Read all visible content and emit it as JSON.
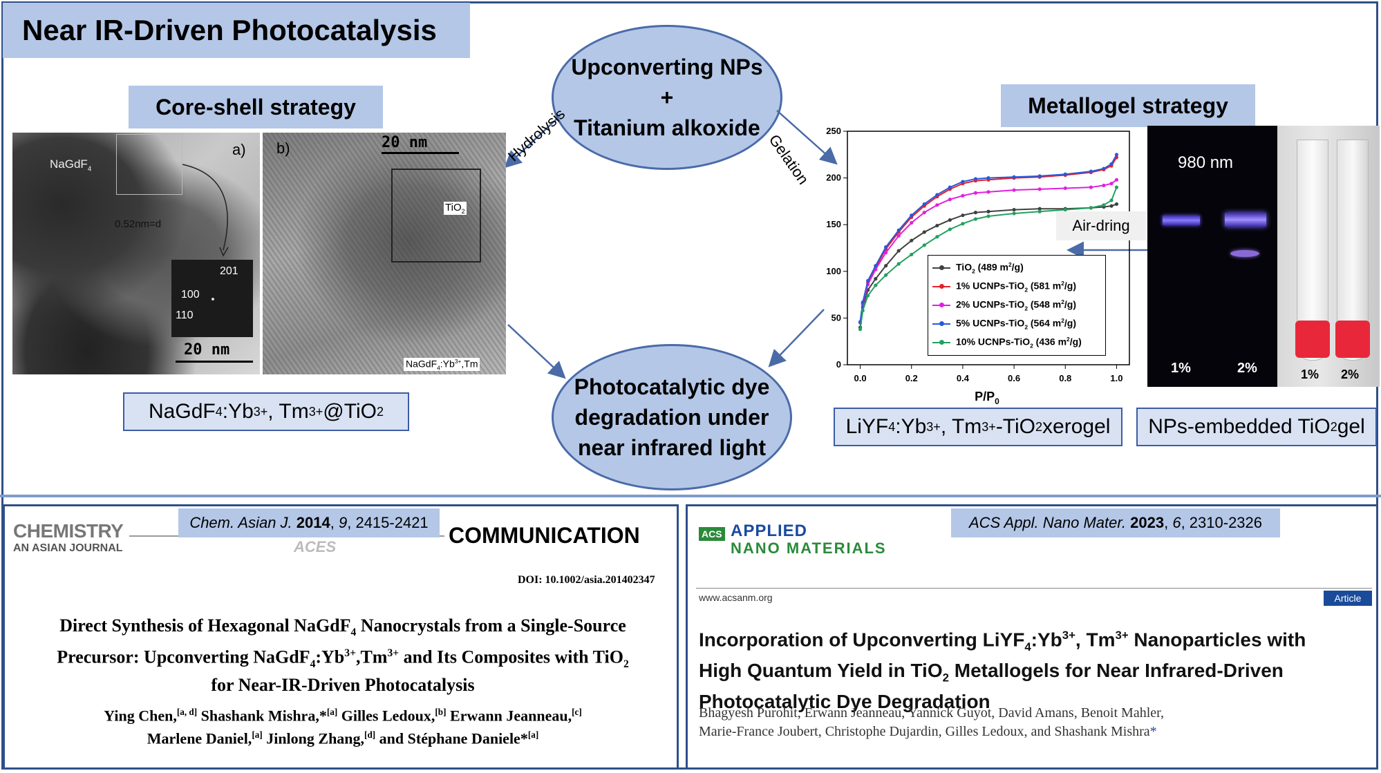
{
  "header": {
    "title": "Near IR-Driven Photocatalysis"
  },
  "center": {
    "top_line1": "Upconverting NPs",
    "top_plus": "+",
    "top_line2": "Titanium alkoxide",
    "bottom_line1": "Photocatalytic dye",
    "bottom_line2": "degradation under",
    "bottom_line3": "near infrared light",
    "arrow_left_label": "Hydrolysis",
    "arrow_right_label": "Gelation"
  },
  "core_shell": {
    "title": "Core-shell strategy",
    "panel_a": {
      "label": "a)",
      "core": "NaGdF",
      "core_sub": "4",
      "dspacing": "0.52nm=d",
      "fft": [
        "201",
        "100",
        "110"
      ],
      "scale": "20  nm"
    },
    "panel_b": {
      "label": "b)",
      "scale": "20  nm",
      "tio2": "TiO",
      "tio2_sub": "2",
      "caption": "NaGdF",
      "caption_sub": "4",
      "caption_rest": ":Yb",
      "caption_sup": "3+",
      "caption_tail": ",Tm"
    },
    "caption": {
      "a": "NaGdF",
      "a_sub": "4",
      "b": ":Yb",
      "b_sup": "3+",
      "c": ", Tm",
      "c_sup": "3+",
      "d": "@TiO",
      "d_sub": "2"
    }
  },
  "metallogel": {
    "title": "Metallogel strategy",
    "air_dring": "Air-dring",
    "photo_uv": {
      "wavelength": "980 nm",
      "left": "1%",
      "right": "2%"
    },
    "photo_vials": {
      "left": "1%",
      "right": "2%"
    },
    "caption1": {
      "a": "LiYF",
      "a_sub": "4",
      "b": ":Yb",
      "b_sup": "3+",
      "c": ", Tm",
      "c_sup": "3+",
      "d": "-TiO",
      "d_sub": "2",
      "e": " xerogel"
    },
    "caption2": {
      "a": "NPs-embedded TiO",
      "a_sub": "2",
      "b": " gel"
    }
  },
  "chart_data": {
    "type": "line",
    "xlabel": "P/P",
    "xlabel_sub": "0",
    "ylabel": "",
    "xlim": [
      -0.05,
      1.05
    ],
    "ylim": [
      0,
      250
    ],
    "xticks": [
      "0.0",
      "0.2",
      "0.4",
      "0.6",
      "0.8",
      "1.0"
    ],
    "yticks": [
      "0",
      "50",
      "100",
      "150",
      "200",
      "250"
    ],
    "series": [
      {
        "name": "TiO",
        "sub": "2",
        "area": "(489 m",
        "sup": "2",
        "tail": "/g)",
        "color": "#404040",
        "x": [
          0,
          0.01,
          0.03,
          0.06,
          0.1,
          0.15,
          0.2,
          0.25,
          0.3,
          0.35,
          0.4,
          0.45,
          0.5,
          0.6,
          0.7,
          0.8,
          0.9,
          0.95,
          0.98,
          1.0
        ],
        "y": [
          40,
          62,
          80,
          92,
          106,
          122,
          133,
          142,
          149,
          155,
          160,
          163,
          164,
          166,
          167,
          167,
          168,
          169,
          170,
          172
        ]
      },
      {
        "name": "1% UCNPs-TiO",
        "sub": "2",
        "area": "(581 m",
        "sup": "2",
        "tail": "/g)",
        "color": "#e8202a",
        "x": [
          0,
          0.01,
          0.03,
          0.06,
          0.1,
          0.15,
          0.2,
          0.25,
          0.3,
          0.35,
          0.4,
          0.45,
          0.5,
          0.6,
          0.7,
          0.8,
          0.9,
          0.95,
          0.98,
          1.0
        ],
        "y": [
          45,
          66,
          88,
          104,
          124,
          142,
          158,
          170,
          180,
          188,
          194,
          197,
          198,
          200,
          201,
          203,
          206,
          209,
          213,
          222
        ]
      },
      {
        "name": "2% UCNPs-TiO",
        "sub": "2",
        "area": "(548 m",
        "sup": "2",
        "tail": "/g)",
        "color": "#e020e0",
        "x": [
          0,
          0.01,
          0.03,
          0.06,
          0.1,
          0.15,
          0.2,
          0.25,
          0.3,
          0.35,
          0.4,
          0.45,
          0.5,
          0.6,
          0.7,
          0.8,
          0.9,
          0.95,
          0.98,
          1.0
        ],
        "y": [
          45,
          65,
          86,
          102,
          120,
          138,
          152,
          163,
          171,
          177,
          181,
          184,
          185,
          187,
          188,
          189,
          190,
          192,
          194,
          198
        ]
      },
      {
        "name": "5% UCNPs-TiO",
        "sub": "2",
        "area": "(564 m",
        "sup": "2",
        "tail": "/g)",
        "color": "#2a58d8",
        "x": [
          0,
          0.01,
          0.03,
          0.06,
          0.1,
          0.15,
          0.2,
          0.25,
          0.3,
          0.35,
          0.4,
          0.45,
          0.5,
          0.6,
          0.7,
          0.8,
          0.9,
          0.95,
          0.98,
          1.0
        ],
        "y": [
          46,
          67,
          90,
          106,
          126,
          144,
          160,
          172,
          182,
          190,
          196,
          199,
          200,
          201,
          202,
          204,
          207,
          210,
          215,
          225
        ]
      },
      {
        "name": "10% UCNPs-TiO",
        "sub": "2",
        "area": "(436 m",
        "sup": "2",
        "tail": "/g)",
        "color": "#22a060",
        "x": [
          0,
          0.01,
          0.03,
          0.06,
          0.1,
          0.15,
          0.2,
          0.25,
          0.3,
          0.35,
          0.4,
          0.45,
          0.5,
          0.6,
          0.7,
          0.8,
          0.9,
          0.95,
          0.98,
          1.0
        ],
        "y": [
          38,
          58,
          74,
          85,
          96,
          108,
          118,
          128,
          137,
          145,
          151,
          156,
          159,
          162,
          164,
          166,
          168,
          171,
          176,
          190
        ]
      }
    ]
  },
  "paper1": {
    "citation": {
      "journal": "Chem. Asian J.",
      "year": "2014",
      "volume": "9",
      "pages": ", 2415-2421"
    },
    "logo_line1": "CHEMISTRY",
    "logo_line2": "AN ASIAN JOURNAL",
    "logo_acs": "ACES",
    "section": "COMMUNICATION",
    "doi": "DOI: 10.1002/asia.201402347",
    "title_l1a": "Direct Synthesis of Hexagonal NaGdF",
    "title_l1sub": "4",
    "title_l1b": " Nanocrystals from a Single-Source",
    "title_l2a": "Precursor: Upconverting NaGdF",
    "title_l2sub": "4",
    "title_l2b": ":Yb",
    "title_l2sup1": "3+",
    "title_l2c": ",Tm",
    "title_l2sup2": "3+",
    "title_l2d": " and Its Composites with TiO",
    "title_l2sub2": "2",
    "title_l3": "for Near-IR-Driven Photocatalysis",
    "authors": [
      {
        "name": "Ying Chen,",
        "sup": "[a, d]"
      },
      {
        "name": " Shashank Mishra,*",
        "sup": "[a]"
      },
      {
        "name": " Gilles Ledoux,",
        "sup": "[b]"
      },
      {
        "name": " Erwann Jeanneau,",
        "sup": "[c]"
      }
    ],
    "authors2": [
      {
        "name": "Marlene Daniel,",
        "sup": "[a]"
      },
      {
        "name": " Jinlong Zhang,",
        "sup": "[d]"
      },
      {
        "name": " and Stéphane Daniele*",
        "sup": "[a]"
      }
    ]
  },
  "paper2": {
    "citation": {
      "journal": "ACS Appl. Nano Mater.",
      "year": "2023",
      "volume": "6",
      "pages": ", 2310-2326"
    },
    "logo_acs": "ACS",
    "logo_line1": "APPLIED",
    "logo_line2": "NANO MATERIALS",
    "url": "www.acsanm.org",
    "badge": "Article",
    "title_l1a": "Incorporation of Upconverting LiYF",
    "title_l1sub": "4",
    "title_l1b": ":Yb",
    "title_l1sup1": "3+",
    "title_l1c": ", Tm",
    "title_l1sup2": "3+",
    "title_l1d": " Nanoparticles with",
    "title_l2a": "High Quantum Yield in TiO",
    "title_l2sub": "2",
    "title_l2b": " Metallogels for Near Infrared-Driven",
    "title_l3": "Photocatalytic Dye Degradation",
    "authors_l1": "Bhagyesh Purohit, Erwann Jeanneau, Yannick Guyot, David Amans, Benoit Mahler,",
    "authors_l2": "Marie-France Joubert, Christophe Dujardin, Gilles Ledoux, and Shashank Mishra",
    "authors_star": "*"
  }
}
